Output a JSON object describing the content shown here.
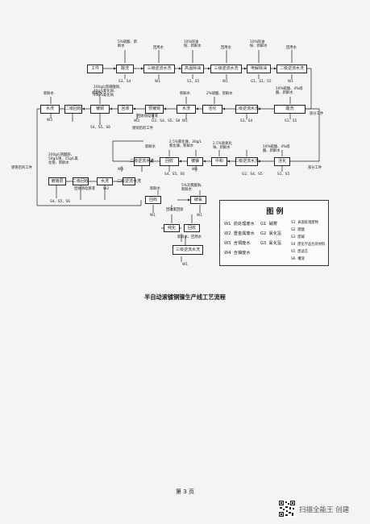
{
  "boxes": {
    "workpiece": "工件",
    "degrease": "酸洗",
    "rinse3_a": "三级逆流水洗",
    "hot_degrease": "高温除油",
    "rinse3_b": "三级逆流水洗",
    "electrolytic_degrease": "电解除油",
    "rinse2_a": "二级逆流水洗",
    "water_wash_l": "水洗",
    "rinse2_recover": "二级回收",
    "copper_plating": "镀铜",
    "recover": "回收",
    "pre_plate": "预镀铜",
    "water_wash_m": "水洗",
    "activate_m": "活化",
    "rinse2_b": "二级逆流水洗",
    "acid_dip": "酸洗",
    "rinse2_c": "二级逆流水洗",
    "recover2": "回收",
    "nickel": "镀镍",
    "neutral": "中和",
    "rinse2_d": "二级逆流水洗",
    "activate_r": "活化",
    "chrome": "镀铬层",
    "rinse2_recover2": "二级回收",
    "water_wash_b": "水洗",
    "rinse2_e": "二级逆流水洗",
    "recover3": "回收",
    "cyanide_break": "破氰",
    "washing": "纯化",
    "recover4": "回收",
    "rinse3_final": "三级逆流水洗"
  },
  "labels": {
    "l1": "5%硫酸、新鲜水",
    "l2": "回用水",
    "l3": "10%除油粉、新鲜水",
    "l4": "回用水",
    "l5": "10%除油粉、新鲜水",
    "l6": "回用水",
    "s35": "S3、S4",
    "w1a": "W1",
    "s15a": "S1、S5",
    "w1b": "W1",
    "g1": "G1、S1、S5",
    "w1c": "W1",
    "s15b": "S1、S5",
    "fresh_a": "新鲜水",
    "fresh_b": "新鲜水",
    "cu_reagent": "200g/L焦磷酸铜、40g/L氰化铜、15g/L氰化钠",
    "recycle_plate": "回收铜电镀液",
    "w3": "W3",
    "s456": "S4、S5、S6",
    "w3b": "W3",
    "g2": "G2、S4、S5、S6",
    "plated": "镀铜后的工件",
    "fresh_c": "新鲜水",
    "acid2": "2%硫酸、新鲜水",
    "w1d": "W1",
    "s35b": "S3、S4",
    "acid3": "10%硫酸、4%硫酸、新鲜水",
    "partial": "部分工件",
    "fresh_d": "新鲜水",
    "s15c": "S1、S5",
    "ni_reagent": "2.5%氯化镍、30g/L氯化镍、新鲜水",
    "neutral_agent": "2.5%氢氧化钠、新鲜水",
    "w4": "W4",
    "s456b": "S4、S5、S6",
    "w4b": "W4",
    "g2b": "G2、S4、S5",
    "s15d": "S1、S5",
    "partial2": "部分工件",
    "cr_reagent": "200g/L铬酸酐、50g/L铬、15g/L氰化铬、新鲜水",
    "plated2": "镀铬后的工件",
    "recycle2": "回收铬电镀液",
    "w2": "W2",
    "s456c": "S4、S5、S6",
    "fresh_e": "新鲜水",
    "cyan_reagent": "5%次氯酸钠、新鲜水",
    "w1e": "W1",
    "w1f": "W1",
    "recycle3": "回收氰回收",
    "fresh_f": "新鲜水、回用水",
    "w1g": "W1"
  },
  "legend": {
    "title": "图  例",
    "rows": [
      [
        "W1",
        "前处理废水"
      ],
      [
        "W2",
        "重金属废水"
      ],
      [
        "W3",
        "含铜废水"
      ],
      [
        "W4",
        "含镍废水"
      ]
    ],
    "gases": [
      [
        "G1",
        "碱雾"
      ],
      [
        "G2",
        "氯化氢"
      ],
      [
        "G3",
        "氰化氢"
      ]
    ],
    "solids": [
      [
        "S1",
        "表面处理废物"
      ],
      [
        "S2",
        "废酸"
      ],
      [
        "S3",
        "废碱"
      ],
      [
        "S4",
        "废化学品包装材料"
      ],
      [
        "S5",
        "废滤芯"
      ],
      [
        "S6",
        "槽渣"
      ]
    ]
  },
  "caption": "半自动滚镀铜镍生产线工艺流程",
  "page_number": "第 3 页",
  "scanner": "扫描全能王  创建"
}
